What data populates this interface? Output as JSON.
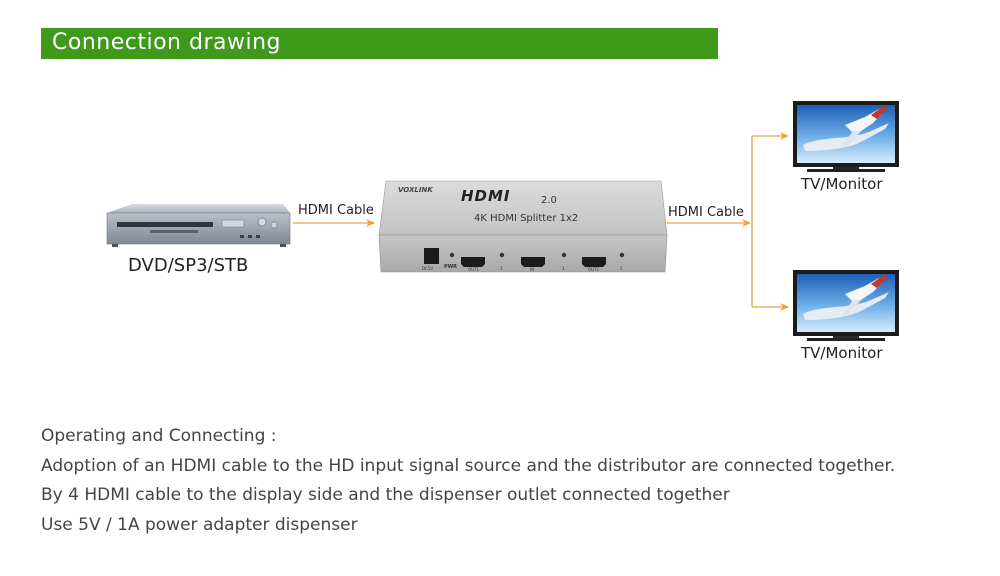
{
  "header": {
    "title": "Connection drawing",
    "background": "#3f9a1c",
    "text_color": "#ffffff"
  },
  "diagram": {
    "source_device": {
      "label": "DVD/SP3/STB",
      "icon": "dvd-player-icon"
    },
    "input_cable": {
      "label": "HDMI Cable"
    },
    "splitter": {
      "brand": "VOXLINK",
      "logo_text": "HDMI",
      "version": "2.0",
      "model": "4K HDMI Splitter 1x2",
      "icon": "hdmi-splitter-icon",
      "ports": {
        "dc": "DC5V",
        "pwr": "PWR",
        "out1": "OUT1",
        "in": "IN",
        "out2": "OUT2",
        "led1": "1",
        "led_in": "1",
        "led2": "2"
      }
    },
    "output_cable": {
      "label": "HDMI Cable"
    },
    "displays": [
      {
        "label": "TV/Monitor",
        "icon": "tv-monitor-icon"
      },
      {
        "label": "TV/Monitor",
        "icon": "tv-monitor-icon"
      }
    ],
    "arrow_color": "#f5a623"
  },
  "instructions": [
    "Operating and Connecting :",
    "Adoption of an HDMI cable to the HD input signal source and the distributor are connected together.",
    "By 4 HDMI cable to the display side and the dispenser outlet connected together",
    "Use 5V / 1A power adapter dispenser"
  ]
}
